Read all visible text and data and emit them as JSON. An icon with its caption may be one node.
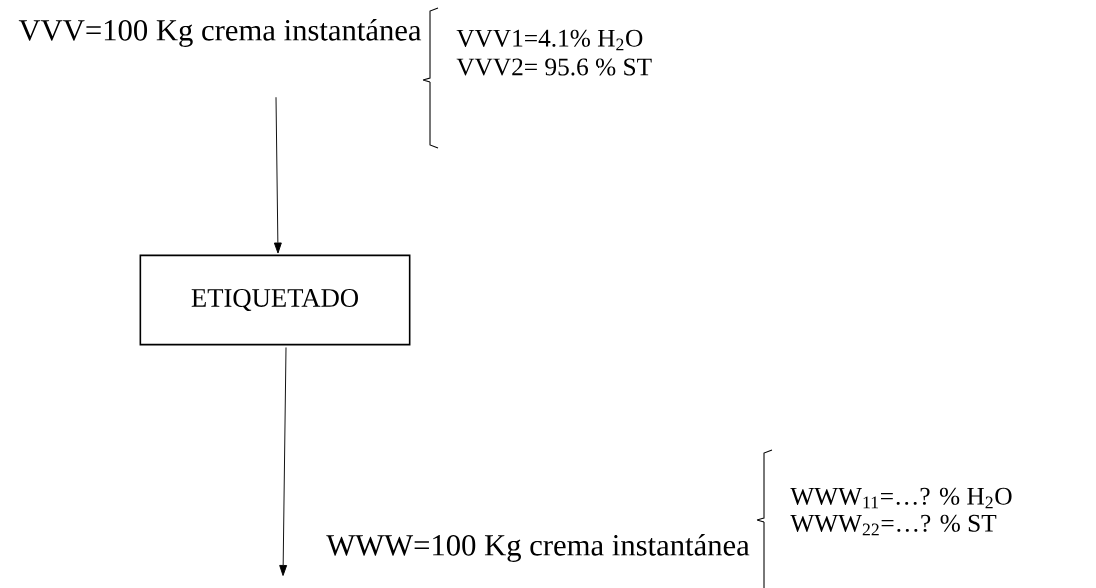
{
  "diagram": {
    "nodes": [
      {
        "text": [
          "VVV=100 Kg crema instantánea"
        ]
      },
      {
        "text": [
          "ETIQUETADO"
        ]
      }
    ],
    "edges": [
      {
        "from": 0,
        "to": 1,
        "arrow": "to"
      },
      {
        "from": 1,
        "to": null,
        "arrow": "to"
      }
    ],
    "labels": [
      "VVV1=4.1% H$_{2}$O",
      "VVV2= 95.6 % ST",
      "WWW$_{11}$=…? % H$_{2}$O",
      "WWW$_{22}$=…? % ST",
      "WWW=100 Kg crema instantánea"
    ]
  }
}
